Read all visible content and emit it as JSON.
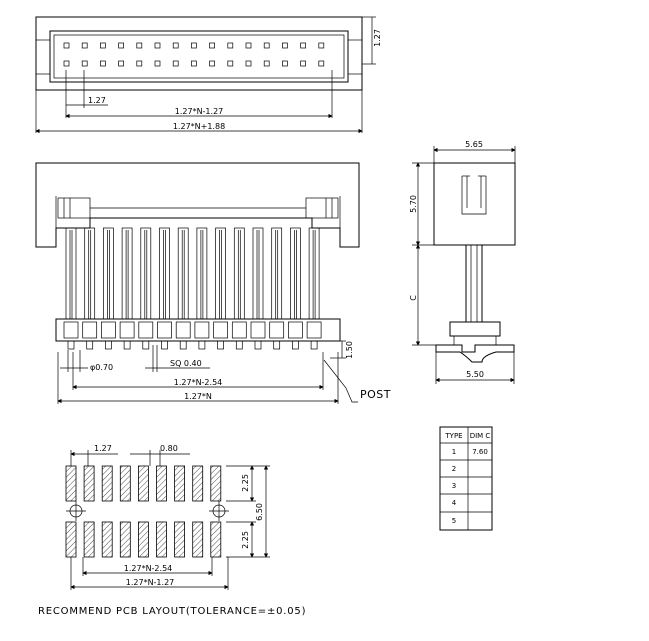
{
  "top_view": {
    "dim_height": "1.27",
    "dim_pitch": "1.27",
    "dim_span": "1.27*N-1.27",
    "dim_total": "1.27*N+1.88"
  },
  "front_view": {
    "dim_pin_dia": "φ0.70",
    "dim_square": "SQ 0.40",
    "dim_tail": "1.50",
    "dim_span": "1.27*N-2.54",
    "dim_total": "1.27*N",
    "post_label": "POST"
  },
  "side_view": {
    "dim_width_top": "5.65",
    "dim_height": "5.70",
    "dim_c": "C",
    "dim_width_bottom": "5.50"
  },
  "pcb_layout": {
    "dim_pitch": "1.27",
    "dim_pad": "0.80",
    "dim_pad_len_top": "2.25",
    "dim_pad_len_bottom": "2.25",
    "dim_row_total": "6.50",
    "dim_span_inner": "1.27*N-2.54",
    "dim_span_outer": "1.27*N-1.27",
    "caption": "RECOMMEND PCB LAYOUT(TOLERANCE=±0.05)"
  },
  "type_table": {
    "headers": [
      "TYPE",
      "DIM C"
    ],
    "rows": [
      {
        "type": "1",
        "dim_c": "7.60"
      },
      {
        "type": "2",
        "dim_c": ""
      },
      {
        "type": "3",
        "dim_c": ""
      },
      {
        "type": "4",
        "dim_c": ""
      },
      {
        "type": "5",
        "dim_c": ""
      }
    ]
  }
}
